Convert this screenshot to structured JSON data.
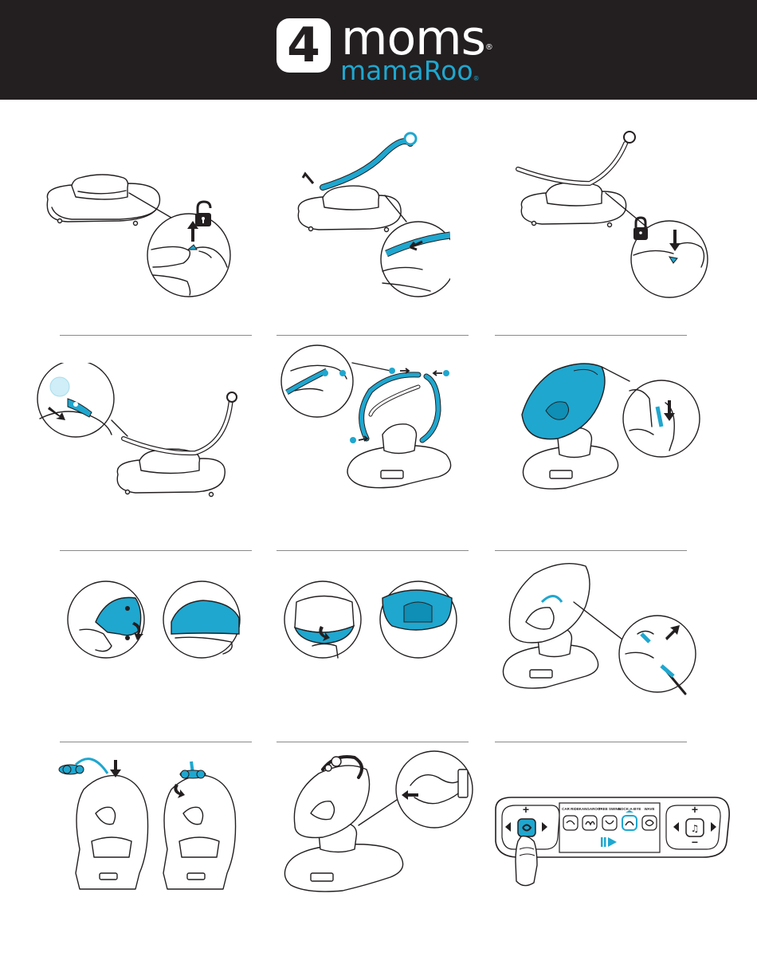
{
  "header": {
    "logo_mark": "4",
    "brand": "moms",
    "brand_mark": "®",
    "product": "mamaRoo",
    "product_mark": "®"
  },
  "colors": {
    "accent": "#1fa7cf",
    "header_bg": "#231f20",
    "line": "#231f20"
  },
  "steps": [
    {
      "id": 1,
      "icon": "unlock-icon",
      "arrow": "up"
    },
    {
      "id": 2,
      "arrow": "insert"
    },
    {
      "id": 3,
      "icon": "lock-icon",
      "arrow": "down"
    },
    {
      "id": 4,
      "arrow": "press"
    },
    {
      "id": 5,
      "arrow": "connect"
    },
    {
      "id": 6,
      "arrow": "down"
    },
    {
      "id": 7,
      "arrow": "rotate"
    },
    {
      "id": 8,
      "arrow": "fold"
    },
    {
      "id": 9,
      "arrow": "up"
    },
    {
      "id": 10,
      "arrow": "down"
    },
    {
      "id": 11,
      "arrow": "plug-in"
    },
    {
      "id": 12,
      "arrow": "press"
    }
  ],
  "control_panel": {
    "plus": "+",
    "minus": "−",
    "motions": [
      "CAR RIDE",
      "KANGAROO",
      "TREE SWING",
      "ROCK-A-BYE",
      "WAVE"
    ],
    "selected_motion": "ROCK-A-BYE"
  }
}
